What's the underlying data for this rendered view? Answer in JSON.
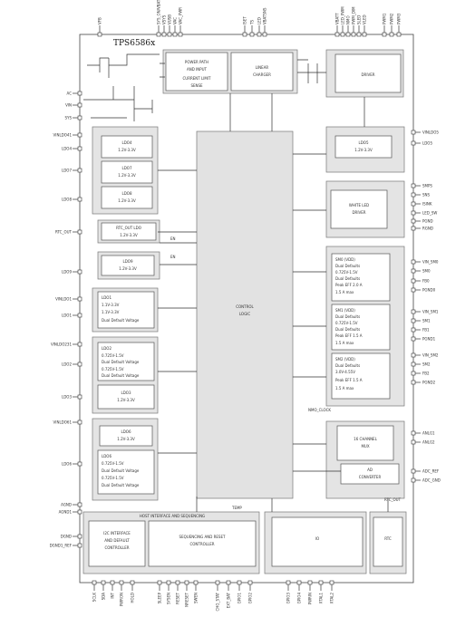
{
  "title": "TPS6586x",
  "top_pins": [
    "VFB",
    "SYS_ON/VBAT",
    "VSYS",
    "VUSB",
    "VAC",
    "VAC_PWR",
    "ISET",
    "TS",
    "LED",
    "VBATSNS",
    "VBATT",
    "LED_PWM",
    "NMO",
    "PWM_DIM",
    "SLED",
    "VLED",
    "PWM1",
    "PWM2",
    "PWM3"
  ],
  "left_pins": [
    "AC",
    "VIN",
    "SYS",
    "VINLDO41",
    "LDO4",
    "LDO7",
    "LDO8",
    "RTC_OUT",
    "LDO9",
    "VINLDO1",
    "LDO1",
    "VINLDO231",
    "LDO2",
    "LDO3",
    "VINLDO61",
    "LDO6",
    "AGND",
    "AGND1",
    "DGND",
    "DGND1_REF"
  ],
  "right_pins": [
    "VINLDO5",
    "LDO5",
    "SMPS",
    "SNS",
    "ISINK",
    "LED_SW",
    "PGND",
    "RGND",
    "VIN_SM0",
    "SM0",
    "FB0",
    "PGND0",
    "VIN_SM1",
    "SM1",
    "FB1",
    "PGND1",
    "VIN_SM2",
    "SM2",
    "FB2",
    "PGND2",
    "ANLG1",
    "ANLG2",
    "ADC_REF",
    "ADC_GND"
  ],
  "bottom_pins": [
    "SCLK",
    "SDA",
    "INT",
    "PWRON",
    "HOLD",
    "SLEEP",
    "SYSEN",
    "RESET",
    "NRESET",
    "SWEN",
    "CHG_STAT",
    "EXT_BAT",
    "GPIO1",
    "GPIO2",
    "GPIO3",
    "GPIO4",
    "PWRIN",
    "XTAL1",
    "XTAL2"
  ],
  "blocks": {
    "powerpath": [
      "POWER PATH",
      "AND INPUT",
      "CURRENT LIMIT",
      "SENSE"
    ],
    "charger": [
      "LINEAR",
      "CHARGER"
    ],
    "driver": "DRIVER",
    "ldo4": [
      "LDO4",
      "1.2V-3.3V"
    ],
    "ldo7": [
      "LDO7",
      "1.2V-3.3V"
    ],
    "ldo8": [
      "LDO8",
      "1.2V-3.3V"
    ],
    "rtc_ldo": [
      "RTC_OUT LDO",
      "1.2V-3.3V"
    ],
    "ldo9": [
      "LDO9",
      "1.2V-3.3V"
    ],
    "ldo1": [
      "LDO1",
      "1.1V-3.3V",
      "1.1V-3.3V"
    ],
    "ldo1_note": "Dual Default Voltage",
    "ldo2": [
      "LDO2",
      "0.725V-1.5V",
      "Dual Default Voltage",
      "0.725V-1.5V",
      "Dual Default Voltage"
    ],
    "ldo3": [
      "LDO3",
      "1.2V-3.3V"
    ],
    "ldo6": [
      "LDO6",
      "1.2V-3.3V"
    ],
    "ldo6b": [
      "LDO6",
      "0.725V-1.5V",
      "Dual Default Voltage",
      "0.725V-1.5V",
      "Dual Default Voltage"
    ],
    "ldo5": [
      "LDO5",
      "1.2V-3.3V"
    ],
    "wled": [
      "WHITE LED",
      "DRIVER"
    ],
    "sm0": [
      "SM0 (VDD)",
      "Dual Defaults",
      "0.725V-1.5V",
      "Dual Defaults",
      "Peak EFF 2.0 A",
      "1.5 A max"
    ],
    "sm1": [
      "SM1 (VDD)",
      "Dual Defaults",
      "0.725V-1.5V",
      "Dual Defaults",
      "Peak EFF 1.5 A",
      "1.5 A max"
    ],
    "sm2": [
      "SM2 (VDD)",
      "Dual Defaults",
      "3.0V-4.55V",
      "Peak EFF 1.5 A",
      "1.5 A max"
    ],
    "adc_mux": [
      "16 CHANNEL",
      "MUX"
    ],
    "adc": [
      "AD",
      "CONVERTER"
    ],
    "control_logic": [
      "CONTROL",
      "LOGIC"
    ],
    "host": "HOST INTERFACE AND SEQUENCING",
    "i2c": [
      "I2C INTERFACE",
      "AND DEFAULT",
      "CONTROLLER"
    ],
    "seq": [
      "SEQUENCING AND RESET",
      "CONTROLLER"
    ],
    "io": "IO",
    "rtc": "RTC",
    "rtc_out_label": "RTC_OUT",
    "en_labels": [
      "EN",
      "EN"
    ],
    "nmo_label": "NMO_CLOCK",
    "temp_label": "TEMP"
  }
}
